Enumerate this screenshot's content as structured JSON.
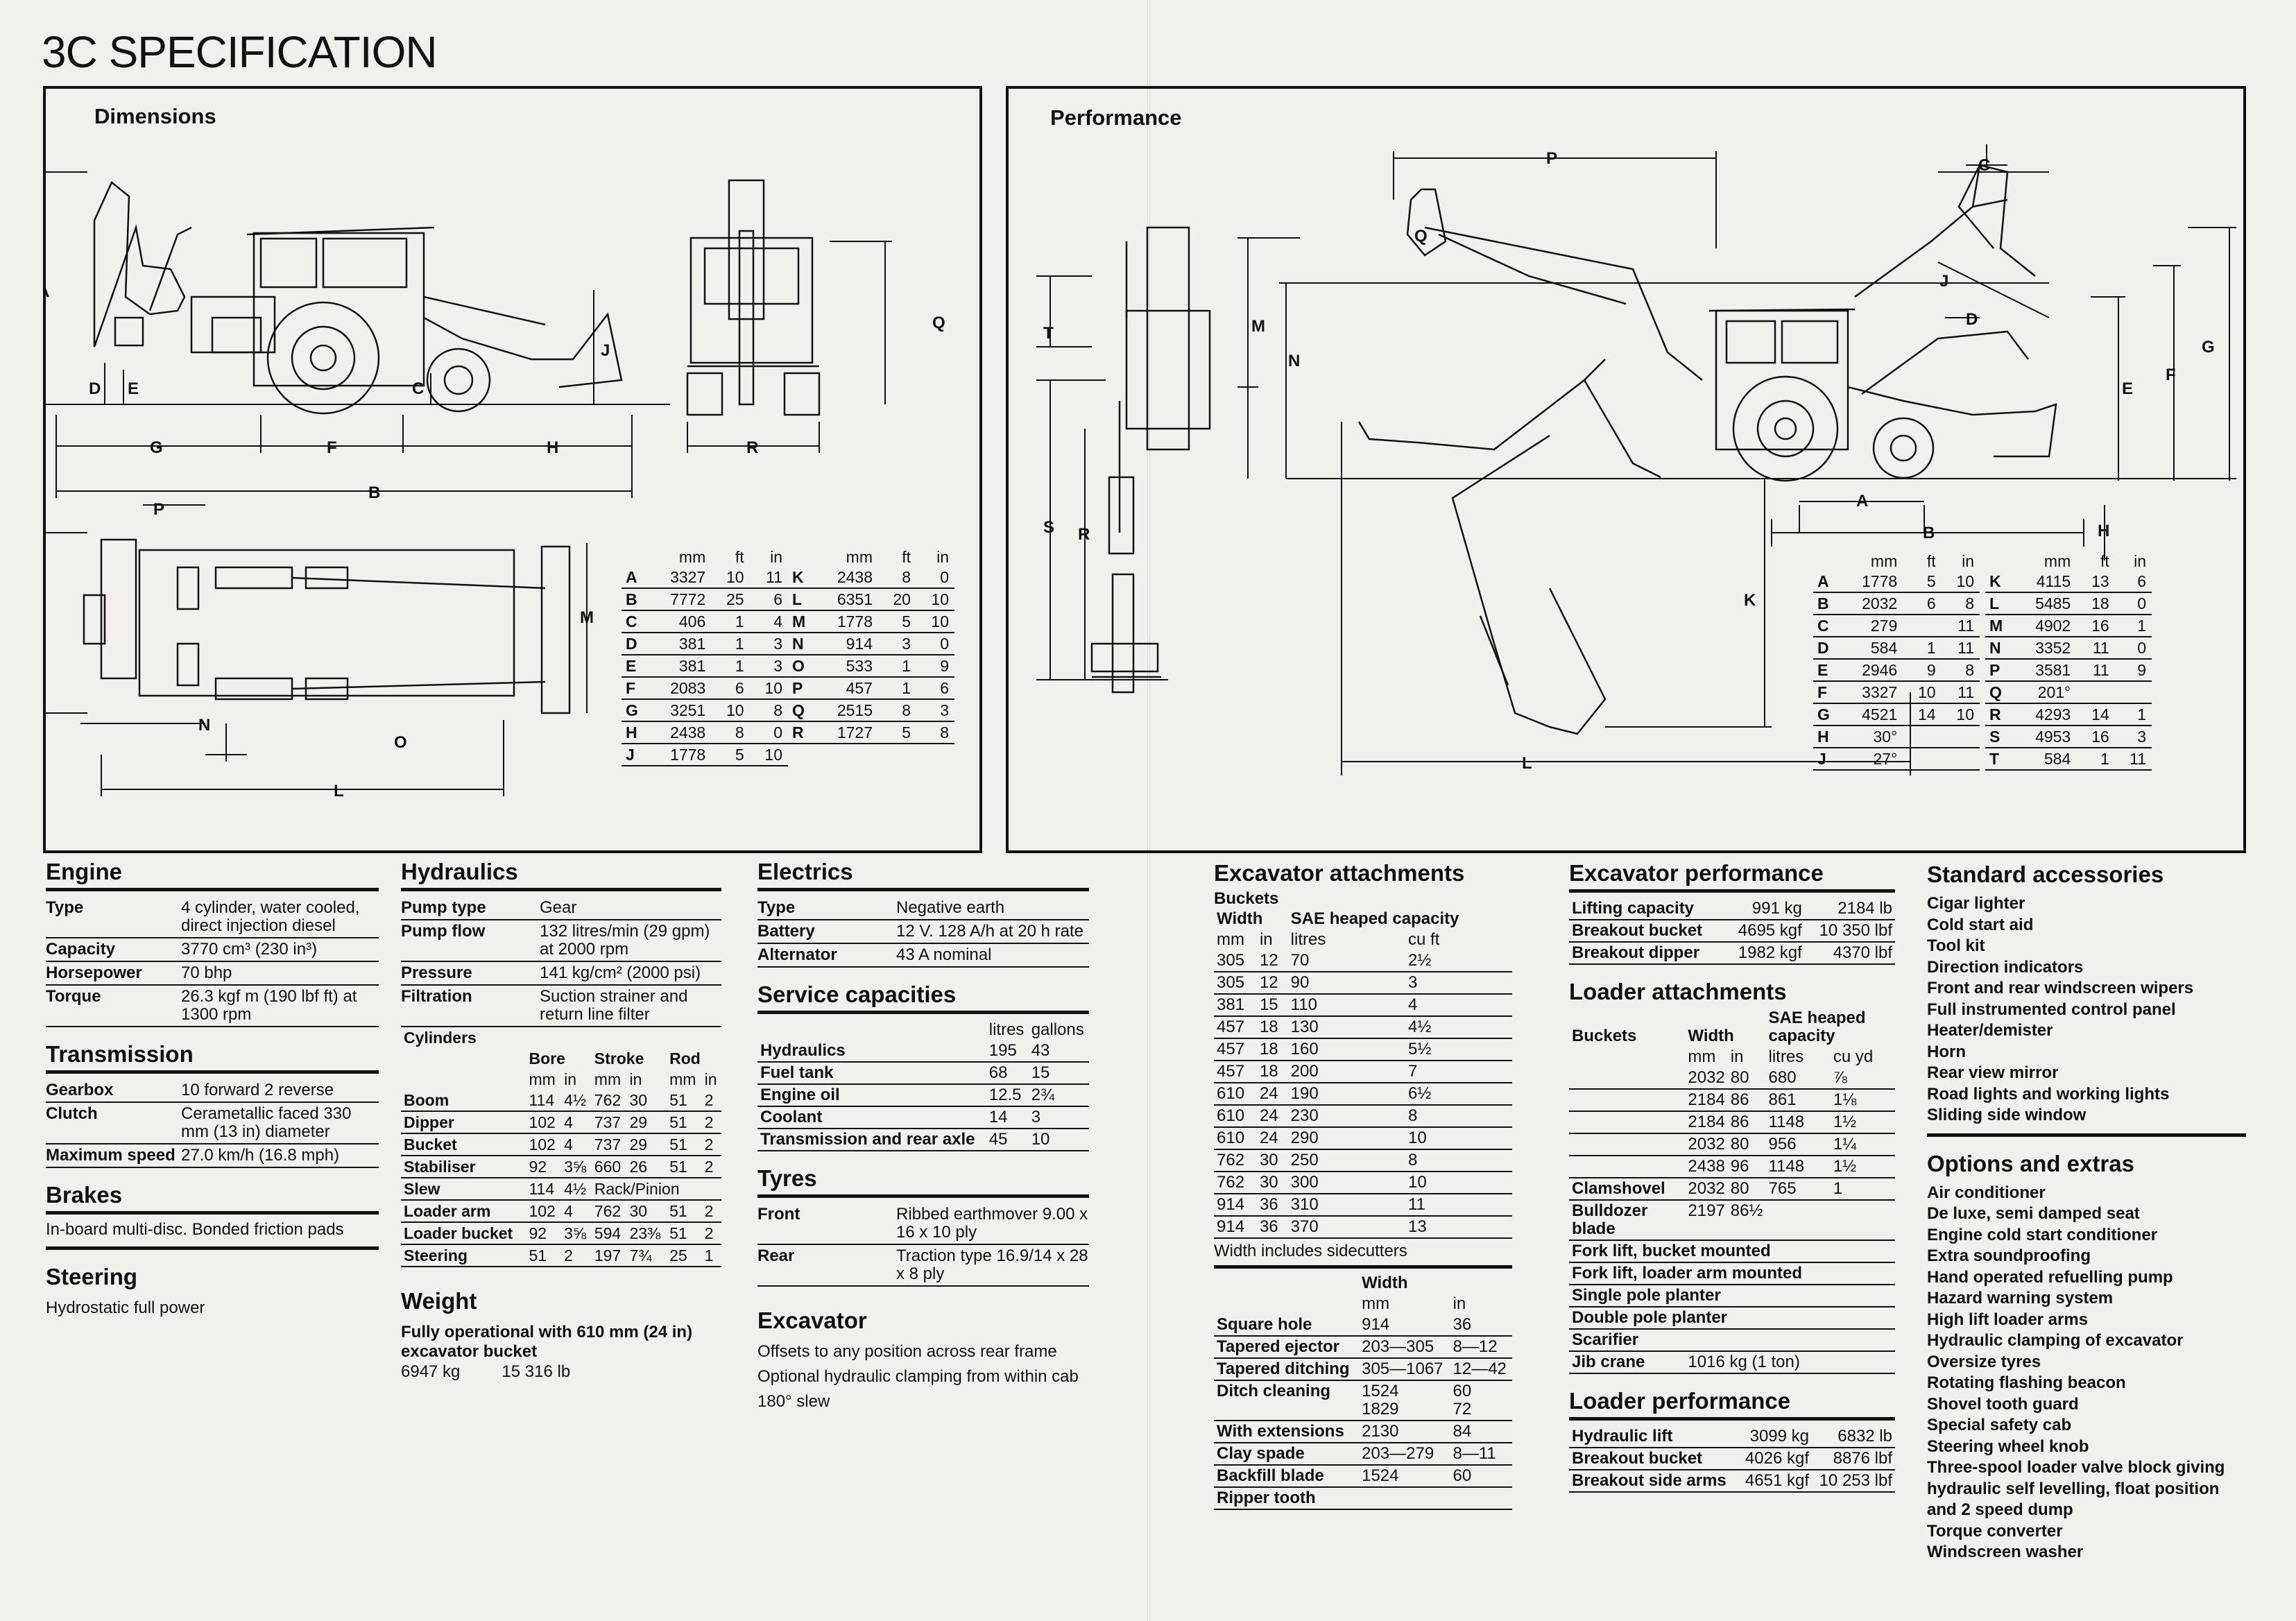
{
  "title": "3C SPECIFICATION",
  "dimensions": {
    "heading": "Dimensions",
    "letters": {
      "A": "A",
      "B": "B",
      "C": "C",
      "D": "D",
      "E": "E",
      "F": "F",
      "G": "G",
      "H": "H",
      "J": "J",
      "K": "K",
      "L": "L",
      "M": "M",
      "N": "N",
      "O": "O",
      "P": "P",
      "Q": "Q",
      "R": "R"
    },
    "col_headers": [
      "mm",
      "ft",
      "in"
    ],
    "left": [
      [
        "A",
        "3327",
        "10",
        "11"
      ],
      [
        "B",
        "7772",
        "25",
        "6"
      ],
      [
        "C",
        "406",
        "1",
        "4"
      ],
      [
        "D",
        "381",
        "1",
        "3"
      ],
      [
        "E",
        "381",
        "1",
        "3"
      ],
      [
        "F",
        "2083",
        "6",
        "10"
      ],
      [
        "G",
        "3251",
        "10",
        "8"
      ],
      [
        "H",
        "2438",
        "8",
        "0"
      ],
      [
        "J",
        "1778",
        "5",
        "10"
      ]
    ],
    "right": [
      [
        "K",
        "2438",
        "8",
        "0"
      ],
      [
        "L",
        "6351",
        "20",
        "10"
      ],
      [
        "M",
        "1778",
        "5",
        "10"
      ],
      [
        "N",
        "914",
        "3",
        "0"
      ],
      [
        "O",
        "533",
        "1",
        "9"
      ],
      [
        "P",
        "457",
        "1",
        "6"
      ],
      [
        "Q",
        "2515",
        "8",
        "3"
      ],
      [
        "R",
        "1727",
        "5",
        "8"
      ]
    ]
  },
  "performance": {
    "heading": "Performance",
    "letters": {
      "A": "A",
      "B": "B",
      "C": "C",
      "D": "D",
      "E": "E",
      "F": "F",
      "G": "G",
      "H": "H",
      "J": "J",
      "K": "K",
      "L": "L",
      "M": "M",
      "N": "N",
      "P": "P",
      "Q": "Q",
      "R": "R",
      "S": "S",
      "T": "T"
    },
    "col_headers": [
      "mm",
      "ft",
      "in"
    ],
    "left": [
      [
        "A",
        "1778",
        "5",
        "10"
      ],
      [
        "B",
        "2032",
        "6",
        "8"
      ],
      [
        "C",
        "279",
        "",
        "11"
      ],
      [
        "D",
        "584",
        "1",
        "11"
      ],
      [
        "E",
        "2946",
        "9",
        "8"
      ],
      [
        "F",
        "3327",
        "10",
        "11"
      ],
      [
        "G",
        "4521",
        "14",
        "10"
      ],
      [
        "H",
        "30°",
        "",
        ""
      ],
      [
        "J",
        "27°",
        "",
        ""
      ]
    ],
    "right": [
      [
        "K",
        "4115",
        "13",
        "6"
      ],
      [
        "L",
        "5485",
        "18",
        "0"
      ],
      [
        "M",
        "4902",
        "16",
        "1"
      ],
      [
        "N",
        "3352",
        "11",
        "0"
      ],
      [
        "P",
        "3581",
        "11",
        "9"
      ],
      [
        "Q",
        "201°",
        "",
        ""
      ],
      [
        "R",
        "4293",
        "14",
        "1"
      ],
      [
        "S",
        "4953",
        "16",
        "3"
      ],
      [
        "T",
        "584",
        "1",
        "11"
      ]
    ]
  },
  "engine": {
    "heading": "Engine",
    "rows": [
      [
        "Type",
        "4 cylinder, water cooled, direct injection diesel"
      ],
      [
        "Capacity",
        "3770 cm³ (230 in³)"
      ],
      [
        "Horsepower",
        "70 bhp"
      ],
      [
        "Torque",
        "26.3 kgf m (190 lbf ft) at 1300 rpm"
      ]
    ]
  },
  "transmission": {
    "heading": "Transmission",
    "rows": [
      [
        "Gearbox",
        "10 forward 2 reverse"
      ],
      [
        "Clutch",
        "Cerametallic faced 330 mm (13 in) diameter"
      ],
      [
        "Maximum speed",
        "27.0 km/h (16.8 mph)"
      ]
    ]
  },
  "brakes": {
    "heading": "Brakes",
    "text": "In-board multi-disc. Bonded friction pads"
  },
  "steering": {
    "heading": "Steering",
    "text": "Hydrostatic full power"
  },
  "hydraulics": {
    "heading": "Hydraulics",
    "rows": [
      [
        "Pump type",
        "Gear"
      ],
      [
        "Pump flow",
        "132 litres/min (29 gpm) at 2000 rpm"
      ],
      [
        "Pressure",
        "141 kg/cm² (2000 psi)"
      ],
      [
        "Filtration",
        "Suction strainer and return line filter"
      ]
    ],
    "cyl_label": "Cylinders",
    "cyl_heads": [
      "Bore",
      "Stroke",
      "Rod"
    ],
    "cyl_units": [
      "mm",
      "in",
      "mm",
      "in",
      "mm",
      "in"
    ],
    "cylinders": [
      [
        "Boom",
        "114",
        "4½",
        "762",
        "30",
        "51",
        "2"
      ],
      [
        "Dipper",
        "102",
        "4",
        "737",
        "29",
        "51",
        "2"
      ],
      [
        "Bucket",
        "102",
        "4",
        "737",
        "29",
        "51",
        "2"
      ],
      [
        "Stabiliser",
        "92",
        "3⅝",
        "660",
        "26",
        "51",
        "2"
      ],
      [
        "Slew",
        "114",
        "4½",
        "Rack/Pinion",
        "",
        "",
        ""
      ],
      [
        "Loader arm",
        "102",
        "4",
        "762",
        "30",
        "51",
        "2"
      ],
      [
        "Loader bucket",
        "92",
        "3⅝",
        "594",
        "23⅜",
        "51",
        "2"
      ],
      [
        "Steering",
        "51",
        "2",
        "197",
        "7¾",
        "25",
        "1"
      ]
    ]
  },
  "weight": {
    "heading": "Weight",
    "desc": "Fully operational with 610 mm (24 in) excavator bucket",
    "kg": "6947 kg",
    "lb": "15 316 lb"
  },
  "electrics": {
    "heading": "Electrics",
    "rows": [
      [
        "Type",
        "Negative earth"
      ],
      [
        "Battery",
        "12 V. 128 A/h at 20 h rate"
      ],
      [
        "Alternator",
        "43 A nominal"
      ]
    ]
  },
  "service": {
    "heading": "Service capacities",
    "units": [
      "litres",
      "gallons"
    ],
    "rows": [
      [
        "Hydraulics",
        "195",
        "43"
      ],
      [
        "Fuel tank",
        "68",
        "15"
      ],
      [
        "Engine oil",
        "12.5",
        "2¾"
      ],
      [
        "Coolant",
        "14",
        "3"
      ],
      [
        "Transmission and rear axle",
        "45",
        "10"
      ]
    ]
  },
  "tyres": {
    "heading": "Tyres",
    "rows": [
      [
        "Front",
        "Ribbed earthmover 9.00 x 16 x 10 ply"
      ],
      [
        "Rear",
        "Traction type 16.9/14 x 28 x 8 ply"
      ]
    ]
  },
  "excavator": {
    "heading": "Excavator",
    "lines": [
      "Offsets to any position across rear frame",
      "Optional hydraulic clamping from within cab",
      "180° slew"
    ]
  },
  "exc_attach": {
    "heading": "Excavator attachments",
    "sub": "Buckets",
    "h_width": "Width",
    "h_sae": "SAE heaped capacity",
    "units": [
      "mm",
      "in",
      "litres",
      "cu ft"
    ],
    "rows": [
      [
        "305",
        "12",
        "70",
        "2½"
      ],
      [
        "305",
        "12",
        "90",
        "3"
      ],
      [
        "381",
        "15",
        "110",
        "4"
      ],
      [
        "457",
        "18",
        "130",
        "4½"
      ],
      [
        "457",
        "18",
        "160",
        "5½"
      ],
      [
        "457",
        "18",
        "200",
        "7"
      ],
      [
        "610",
        "24",
        "190",
        "6½"
      ],
      [
        "610",
        "24",
        "230",
        "8"
      ],
      [
        "610",
        "24",
        "290",
        "10"
      ],
      [
        "762",
        "30",
        "250",
        "8"
      ],
      [
        "762",
        "30",
        "300",
        "10"
      ],
      [
        "914",
        "36",
        "310",
        "11"
      ],
      [
        "914",
        "36",
        "370",
        "13"
      ]
    ],
    "note": "Width includes sidecutters",
    "h2_width": "Width",
    "units2": [
      "mm",
      "in"
    ],
    "rows2": [
      [
        "Square hole",
        "914",
        "36"
      ],
      [
        "Tapered ejector",
        "203—305",
        "8—12"
      ],
      [
        "Tapered ditching",
        "305—1067",
        "12—42"
      ],
      [
        "Ditch cleaning",
        "1524\n1829",
        "60\n72"
      ],
      [
        "With extensions",
        "2130",
        "84"
      ],
      [
        "Clay spade",
        "203—279",
        "8—11"
      ],
      [
        "Backfill blade",
        "1524",
        "60"
      ],
      [
        "Ripper tooth",
        "",
        ""
      ]
    ]
  },
  "exc_perf": {
    "heading": "Excavator performance",
    "rows": [
      [
        "Lifting capacity",
        "991 kg",
        "2184 lb"
      ],
      [
        "Breakout bucket",
        "4695 kgf",
        "10 350 lbf"
      ],
      [
        "Breakout dipper",
        "1982 kgf",
        "4370 lbf"
      ]
    ]
  },
  "loader_attach": {
    "heading": "Loader attachments",
    "sub": "Buckets",
    "h_width": "Width",
    "h_sae": "SAE heaped capacity",
    "units": [
      "mm",
      "in",
      "litres",
      "cu yd"
    ],
    "rows": [
      [
        "2032",
        "80",
        "680",
        "⅞"
      ],
      [
        "2184",
        "86",
        "861",
        "1⅛"
      ],
      [
        "2184",
        "86",
        "1148",
        "1½"
      ],
      [
        "2032",
        "80",
        "956",
        "1¼"
      ],
      [
        "2438",
        "96",
        "1148",
        "1½"
      ]
    ],
    "extra": [
      [
        "Clamshovel",
        "2032",
        "80",
        "765",
        "1"
      ],
      [
        "Bulldozer blade",
        "2197",
        "86½",
        "",
        ""
      ]
    ],
    "items": [
      "Fork lift, bucket mounted",
      "Fork lift, loader arm mounted",
      "Single pole planter",
      "Double pole planter",
      "Scarifier"
    ],
    "jib": [
      "Jib crane",
      "1016 kg (1 ton)"
    ]
  },
  "loader_perf": {
    "heading": "Loader performance",
    "rows": [
      [
        "Hydraulic lift",
        "3099 kg",
        "6832 lb"
      ],
      [
        "Breakout bucket",
        "4026 kgf",
        "8876 lbf"
      ],
      [
        "Breakout side arms",
        "4651 kgf",
        "10 253 lbf"
      ]
    ]
  },
  "std_acc": {
    "heading": "Standard accessories",
    "items": [
      "Cigar lighter",
      "Cold start aid",
      "Tool kit",
      "Direction indicators",
      "Front and rear windscreen wipers",
      "Full instrumented control panel",
      "Heater/demister",
      "Horn",
      "Rear view mirror",
      "Road lights and working lights",
      "Sliding side window"
    ]
  },
  "options": {
    "heading": "Options and extras",
    "items": [
      "Air conditioner",
      "De luxe, semi damped seat",
      "Engine cold start conditioner",
      "Extra soundproofing",
      "Hand operated refuelling pump",
      "Hazard warning system",
      "High lift loader arms",
      "Hydraulic clamping of excavator",
      "Oversize tyres",
      "Rotating flashing beacon",
      "Shovel tooth guard",
      "Special safety cab",
      "Steering wheel knob",
      "Three-spool loader valve block giving hydraulic self levelling, float position and 2 speed dump",
      "Torque converter",
      "Windscreen washer"
    ]
  }
}
